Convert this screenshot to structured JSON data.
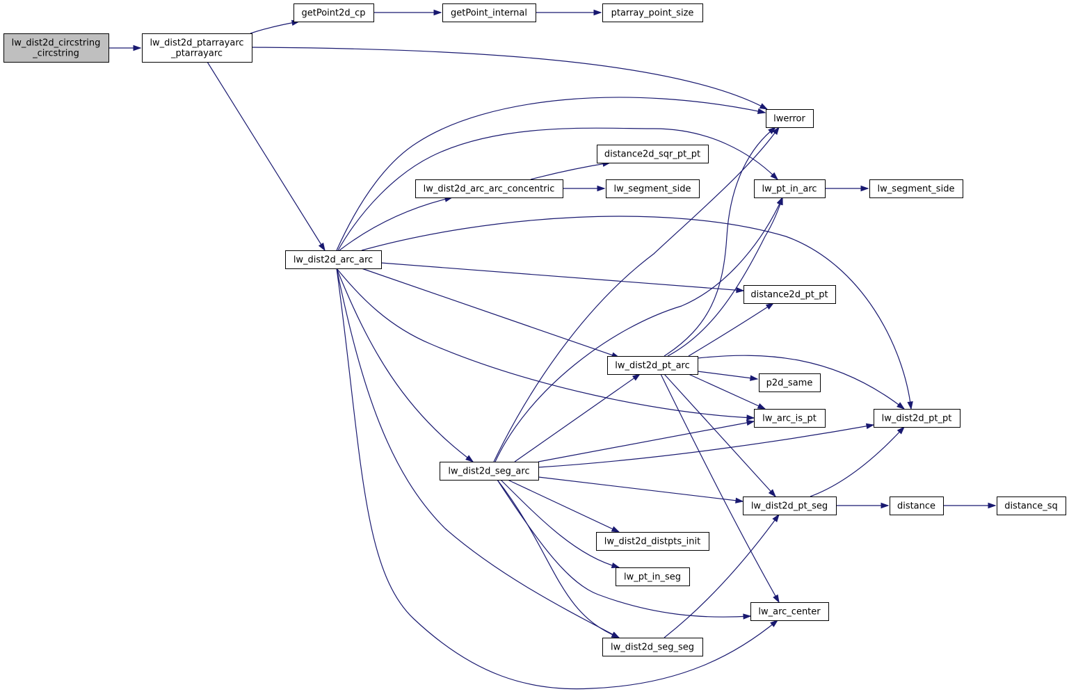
{
  "colors": {
    "edge": "#191970",
    "root_fill": "#bfbfbf",
    "node_fill": "#ffffff",
    "border": "#000000"
  },
  "nodes": [
    {
      "id": "n_circstring",
      "label": [
        "lw_dist2d_circstring",
        "_circstring"
      ],
      "root": true
    },
    {
      "id": "n_ptarrayarc",
      "label": [
        "lw_dist2d_ptarrayarc",
        "_ptarrayarc"
      ]
    },
    {
      "id": "n_getpoint2dcp",
      "label": [
        "getPoint2d_cp"
      ]
    },
    {
      "id": "n_getpointint",
      "label": [
        "getPoint_internal"
      ]
    },
    {
      "id": "n_ptarraypointsize",
      "label": [
        "ptarray_point_size"
      ]
    },
    {
      "id": "n_lwerror",
      "label": [
        "lwerror"
      ]
    },
    {
      "id": "n_distsqr",
      "label": [
        "distance2d_sqr_pt_pt"
      ]
    },
    {
      "id": "n_arcarcconc",
      "label": [
        "lw_dist2d_arc_arc_concentric"
      ]
    },
    {
      "id": "n_segside1",
      "label": [
        "lw_segment_side"
      ]
    },
    {
      "id": "n_ptinarc",
      "label": [
        "lw_pt_in_arc"
      ]
    },
    {
      "id": "n_segside2",
      "label": [
        "lw_segment_side"
      ]
    },
    {
      "id": "n_arcarc",
      "label": [
        "lw_dist2d_arc_arc"
      ]
    },
    {
      "id": "n_dist2dptpt",
      "label": [
        "distance2d_pt_pt"
      ]
    },
    {
      "id": "n_ptarc",
      "label": [
        "lw_dist2d_pt_arc"
      ]
    },
    {
      "id": "n_p2dsame",
      "label": [
        "p2d_same"
      ]
    },
    {
      "id": "n_arcispt",
      "label": [
        "lw_arc_is_pt"
      ]
    },
    {
      "id": "n_lwptpt",
      "label": [
        "lw_dist2d_pt_pt"
      ]
    },
    {
      "id": "n_segarc",
      "label": [
        "lw_dist2d_seg_arc"
      ]
    },
    {
      "id": "n_ptseg",
      "label": [
        "lw_dist2d_pt_seg"
      ]
    },
    {
      "id": "n_distance",
      "label": [
        "distance"
      ]
    },
    {
      "id": "n_distancesq",
      "label": [
        "distance_sq"
      ]
    },
    {
      "id": "n_distptsinit",
      "label": [
        "lw_dist2d_distpts_init"
      ]
    },
    {
      "id": "n_ptinseg",
      "label": [
        "lw_pt_in_seg"
      ]
    },
    {
      "id": "n_arccenter",
      "label": [
        "lw_arc_center"
      ]
    },
    {
      "id": "n_segseg",
      "label": [
        "lw_dist2d_seg_seg"
      ]
    }
  ],
  "edges": [
    [
      "n_circstring",
      "n_ptarrayarc"
    ],
    [
      "n_ptarrayarc",
      "n_getpoint2dcp"
    ],
    [
      "n_ptarrayarc",
      "n_lwerror"
    ],
    [
      "n_ptarrayarc",
      "n_arcarc"
    ],
    [
      "n_getpoint2dcp",
      "n_getpointint"
    ],
    [
      "n_getpointint",
      "n_ptarraypointsize"
    ],
    [
      "n_arcarc",
      "n_lwerror"
    ],
    [
      "n_arcarc",
      "n_ptinarc"
    ],
    [
      "n_arcarc",
      "n_arcarcconc"
    ],
    [
      "n_arcarc",
      "n_lwptpt"
    ],
    [
      "n_arcarc",
      "n_dist2dptpt"
    ],
    [
      "n_arcarc",
      "n_ptarc"
    ],
    [
      "n_arcarc",
      "n_arcispt"
    ],
    [
      "n_arcarc",
      "n_segarc"
    ],
    [
      "n_arcarc",
      "n_segseg"
    ],
    [
      "n_arcarc",
      "n_arccenter"
    ],
    [
      "n_arcarcconc",
      "n_distsqr"
    ],
    [
      "n_arcarcconc",
      "n_segside1"
    ],
    [
      "n_ptinarc",
      "n_segside2"
    ],
    [
      "n_ptarc",
      "n_lwerror"
    ],
    [
      "n_ptarc",
      "n_ptinarc"
    ],
    [
      "n_ptarc",
      "n_dist2dptpt"
    ],
    [
      "n_ptarc",
      "n_p2dsame"
    ],
    [
      "n_ptarc",
      "n_arcispt"
    ],
    [
      "n_ptarc",
      "n_lwptpt"
    ],
    [
      "n_ptarc",
      "n_ptseg"
    ],
    [
      "n_ptarc",
      "n_arccenter"
    ],
    [
      "n_segarc",
      "n_lwerror"
    ],
    [
      "n_segarc",
      "n_ptinarc"
    ],
    [
      "n_segarc",
      "n_ptarc"
    ],
    [
      "n_segarc",
      "n_arcispt"
    ],
    [
      "n_segarc",
      "n_lwptpt"
    ],
    [
      "n_segarc",
      "n_ptseg"
    ],
    [
      "n_segarc",
      "n_distptsinit"
    ],
    [
      "n_segarc",
      "n_ptinseg"
    ],
    [
      "n_segarc",
      "n_arccenter"
    ],
    [
      "n_segarc",
      "n_segseg"
    ],
    [
      "n_ptseg",
      "n_lwptpt"
    ],
    [
      "n_ptseg",
      "n_distance"
    ],
    [
      "n_distance",
      "n_distancesq"
    ],
    [
      "n_segseg",
      "n_ptseg"
    ]
  ]
}
